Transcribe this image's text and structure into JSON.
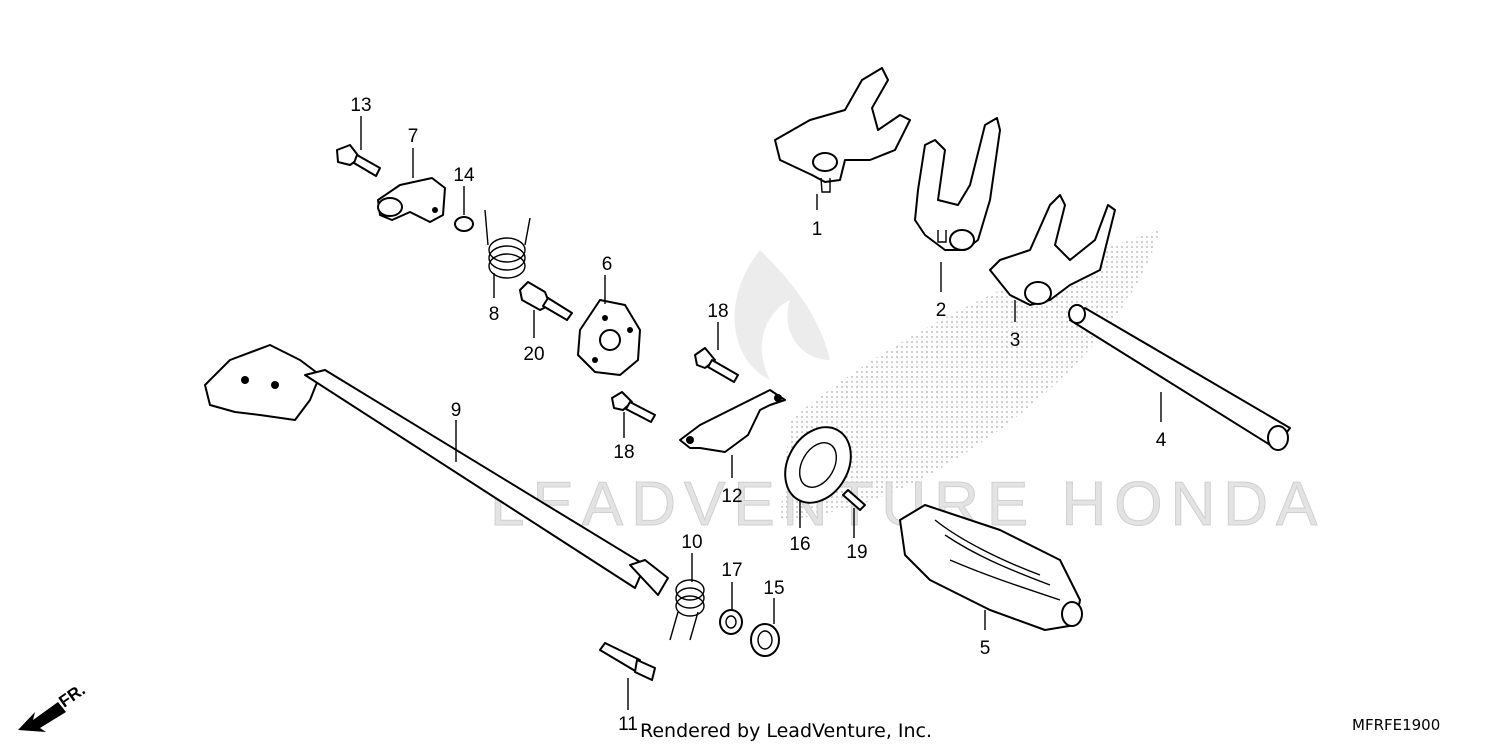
{
  "diagram": {
    "callouts": [
      {
        "id": "1",
        "label": "1"
      },
      {
        "id": "2",
        "label": "2"
      },
      {
        "id": "3",
        "label": "3"
      },
      {
        "id": "4",
        "label": "4"
      },
      {
        "id": "5",
        "label": "5"
      },
      {
        "id": "6",
        "label": "6"
      },
      {
        "id": "7",
        "label": "7"
      },
      {
        "id": "8",
        "label": "8"
      },
      {
        "id": "9",
        "label": "9"
      },
      {
        "id": "10",
        "label": "10"
      },
      {
        "id": "11",
        "label": "11"
      },
      {
        "id": "12",
        "label": "12"
      },
      {
        "id": "13",
        "label": "13"
      },
      {
        "id": "14",
        "label": "14"
      },
      {
        "id": "15",
        "label": "15"
      },
      {
        "id": "16",
        "label": "16"
      },
      {
        "id": "17",
        "label": "17"
      },
      {
        "id": "18a",
        "label": "18"
      },
      {
        "id": "18b",
        "label": "18"
      },
      {
        "id": "19",
        "label": "19"
      },
      {
        "id": "20",
        "label": "20"
      }
    ],
    "front_marker": "FR.",
    "watermark": "LEADVENTURE HONDA"
  },
  "footer": {
    "credit": "Rendered by LeadVenture, Inc.",
    "code": "MFRFE1900"
  }
}
